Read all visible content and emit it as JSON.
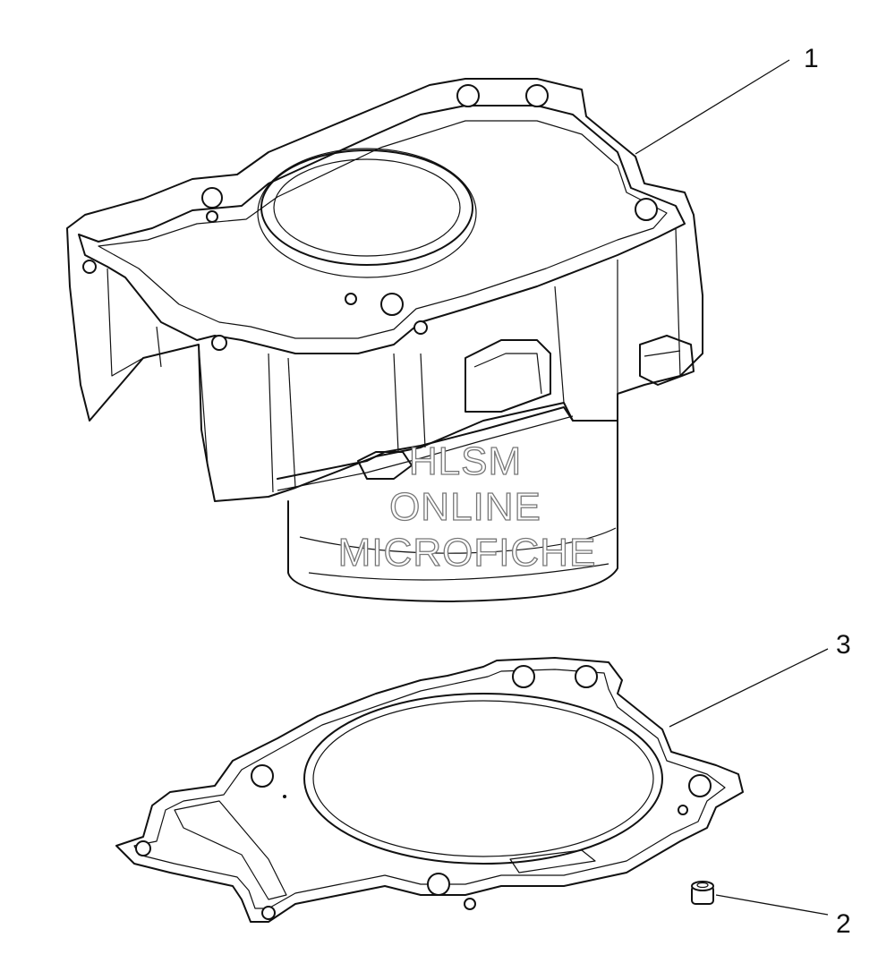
{
  "parts": [
    {
      "id": "cylinder",
      "callout": "1"
    },
    {
      "id": "dowel-pin",
      "callout": "2"
    },
    {
      "id": "head-gasket",
      "callout": "3"
    }
  ],
  "watermark": {
    "lines": [
      "HLSM",
      "ONLINE",
      "MICROFICHE"
    ],
    "color": "#777777"
  },
  "colors": {
    "line": "#111111",
    "background": "#ffffff"
  }
}
